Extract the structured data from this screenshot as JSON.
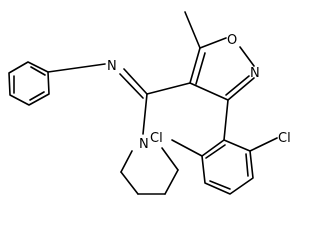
{
  "structure": {
    "atoms": {
      "imine_n": "N",
      "ring_o": "O",
      "ring_n": "N",
      "pyrrolidine_n": "N",
      "cl_left": "Cl",
      "cl_right": "Cl"
    },
    "colors": {
      "bond": "#000000",
      "label": "#000000",
      "background": "#ffffff"
    }
  }
}
